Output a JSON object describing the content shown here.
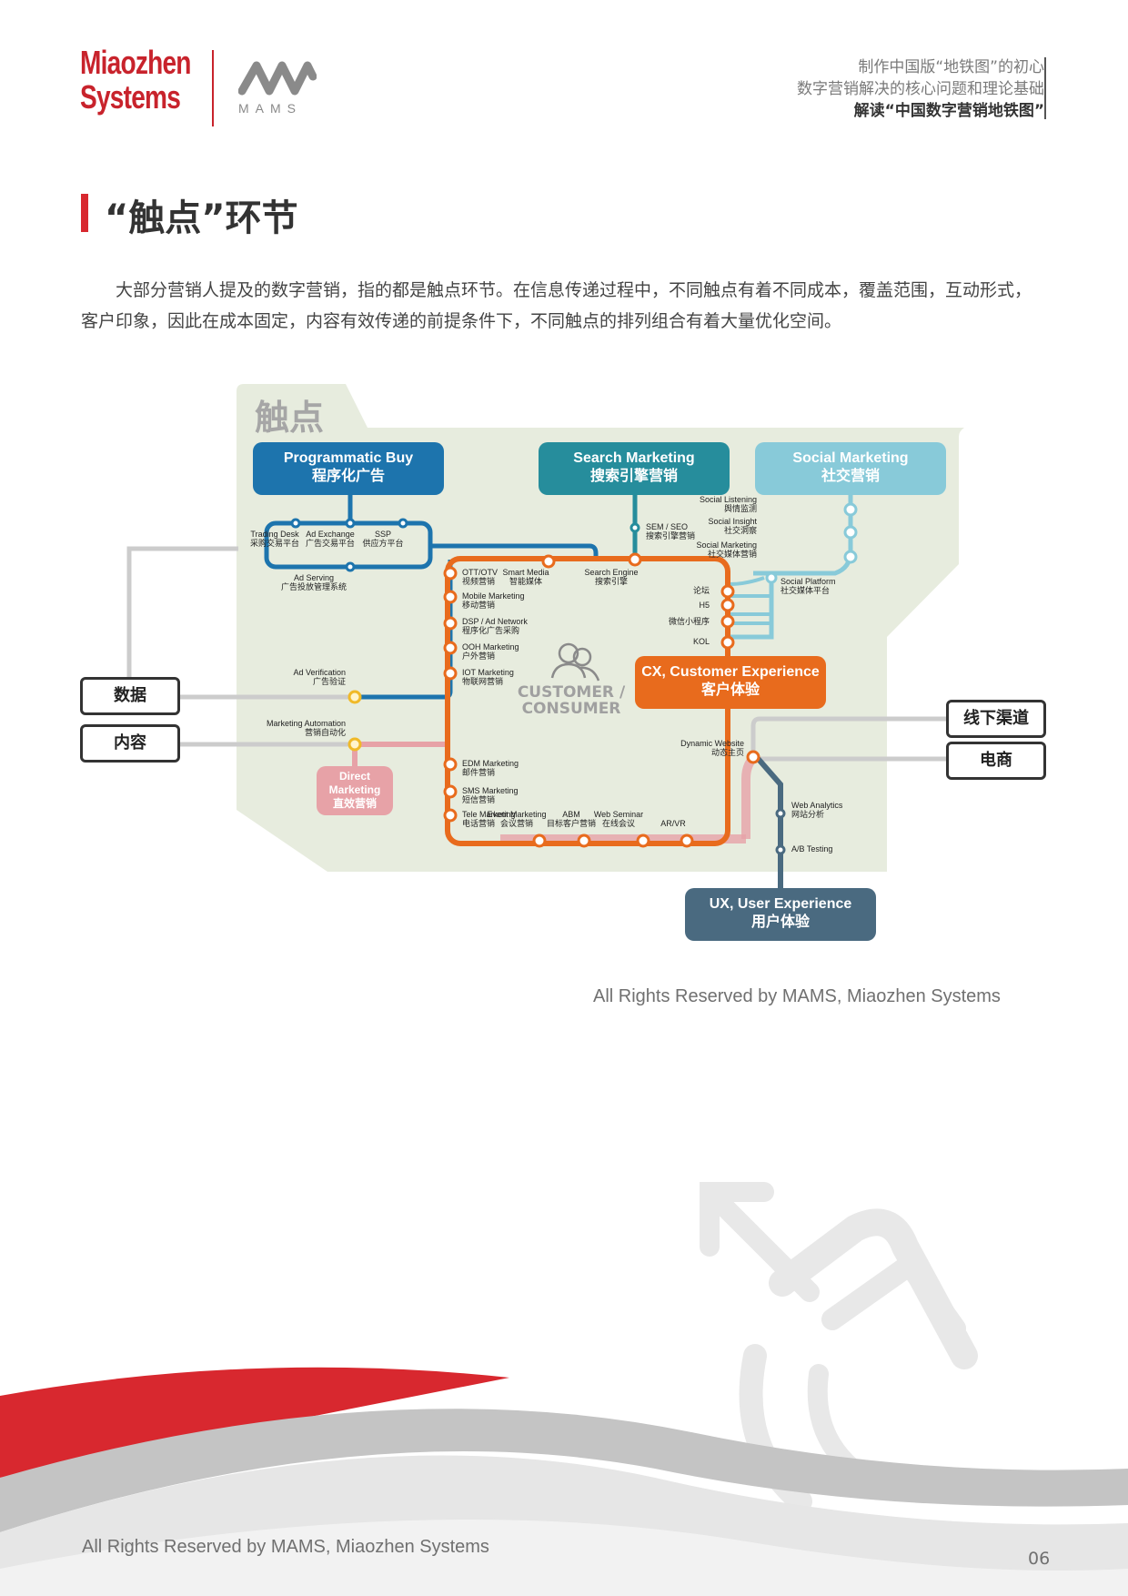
{
  "header": {
    "brand_line1": "Miaozhen",
    "brand_line2": "Systems",
    "mams": "MAMS",
    "lines": [
      "制作中国版“地铁图”的初心",
      "数字营销解决的核心问题和理论基础"
    ],
    "bold_line": "解读“中国数字营销地铁图”"
  },
  "section_title": "“触点”环节",
  "intro": "大部分营销人提及的数字营销，指的都是触点环节。在信息传递过程中，不同触点有着不同成本，覆盖范围，互动形式，客户印象，因此在成本固定，内容有效传递的前提条件下，不同触点的排列组合有着大量优化空间。",
  "diagram": {
    "touchpoint_label": "触点",
    "boxes": {
      "programmatic": [
        "Programmatic Buy",
        "程序化广告"
      ],
      "search": [
        "Search Marketing",
        "搜索引擎营销"
      ],
      "social": [
        "Social Marketing",
        "社交营销"
      ],
      "cx": [
        "CX, Customer  Experience",
        "客户体验"
      ],
      "ux": [
        "UX, User Experience",
        "用户体验"
      ],
      "direct": [
        "Direct",
        "Marketing",
        "直效营销"
      ]
    },
    "side_boxes": {
      "data": "数据",
      "content": "内容",
      "offline": "线下渠道",
      "ecommerce": "电商"
    },
    "customer": [
      "CUSTOMER /",
      "CONSUMER"
    ],
    "stations": {
      "trading_desk": [
        "Trading Desk",
        "采购交易平台"
      ],
      "ad_exchange": [
        "Ad Exchange",
        "广告交易平台"
      ],
      "ssp": [
        "SSP",
        "供应方平台"
      ],
      "ad_serving": [
        "Ad Serving",
        "广告投放管理系统"
      ],
      "sem_seo": [
        "SEM / SEO",
        "搜索引擎营销"
      ],
      "social_listening": [
        "Social Listening",
        "舆情监测"
      ],
      "social_insight": [
        "Social Insight",
        "社交洞察"
      ],
      "social_marketing": [
        "Social Marketing",
        "社交媒体营销"
      ],
      "social_platform": [
        "Social Platform",
        "社交媒体平台"
      ],
      "ott": [
        "OTT/OTV",
        "视频营销"
      ],
      "smart_media": [
        "Smart Media",
        "智能媒体"
      ],
      "search_engine": [
        "Search Engine",
        "搜索引擎"
      ],
      "mobile": [
        "Mobile Marketing",
        "移动营销"
      ],
      "dsp": [
        "DSP / Ad Network",
        "程序化广告采购"
      ],
      "ooh": [
        "OOH Marketing",
        "户外营销"
      ],
      "iot": [
        "IOT Marketing",
        "物联网营销"
      ],
      "luntan": "论坛",
      "h5": "H5",
      "mini": "微信小程序",
      "kol": "KOL",
      "ad_verification": [
        "Ad Verification",
        "广告验证"
      ],
      "marketing_automation": [
        "Marketing Automation",
        "营销自动化"
      ],
      "edm": [
        "EDM Marketing",
        "邮件营销"
      ],
      "sms": [
        "SMS Marketing",
        "短信营销"
      ],
      "tele": [
        "Tele Marketing",
        "电话营销"
      ],
      "event": [
        "Event Marketing",
        "会议营销"
      ],
      "abm": [
        "ABM",
        "目标客户营销"
      ],
      "web_seminar": [
        "Web Seminar",
        "在线会议"
      ],
      "arvr": "AR/VR",
      "dynamic_website": [
        "Dynamic Website",
        "动态主页"
      ],
      "web_analytics": [
        "Web Analytics",
        "网站分析"
      ],
      "ab_testing": "A/B Testing"
    }
  },
  "credit_mid": "All Rights Reserved by MAMS, Miaozhen Systems",
  "credit_footer": "All Rights Reserved by MAMS, Miaozhen Systems",
  "page_number": "06",
  "colors": {
    "red": "#d8282f",
    "blue": "#1d74ad",
    "teal": "#268d9c",
    "lightblue": "#88cad9",
    "orange": "#e86b1d",
    "slate": "#4a6a80",
    "pink": "#e7a2a7",
    "bg": "#e7ecde"
  }
}
